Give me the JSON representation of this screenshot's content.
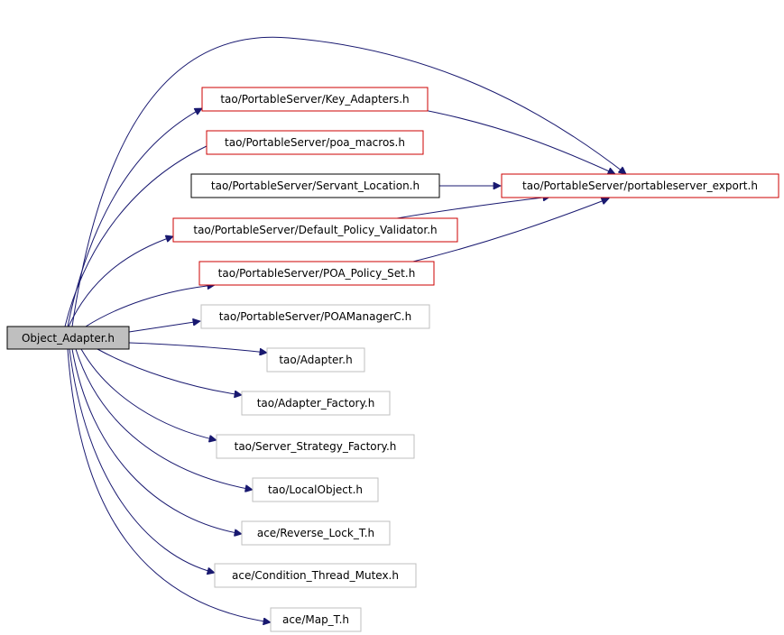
{
  "root": {
    "label": "Object_Adapter.h",
    "fill": "#bfbfbf",
    "border": "#000000"
  },
  "colors": {
    "edge": "#191970",
    "red_border": "#cc0000",
    "grey_border": "#bfbfbf",
    "black_border": "#000000"
  },
  "nodes": [
    {
      "key": "key_adapters",
      "label": "tao/PortableServer/Key_Adapters.h",
      "border": "red"
    },
    {
      "key": "poa_macros",
      "label": "tao/PortableServer/poa_macros.h",
      "border": "red"
    },
    {
      "key": "servant_location",
      "label": "tao/PortableServer/Servant_Location.h",
      "border": "black"
    },
    {
      "key": "default_policy_validator",
      "label": "tao/PortableServer/Default_Policy_Validator.h",
      "border": "red"
    },
    {
      "key": "poa_policy_set",
      "label": "tao/PortableServer/POA_Policy_Set.h",
      "border": "red"
    },
    {
      "key": "poamanagerc",
      "label": "tao/PortableServer/POAManagerC.h",
      "border": "grey"
    },
    {
      "key": "adapter",
      "label": "tao/Adapter.h",
      "border": "grey"
    },
    {
      "key": "adapter_factory",
      "label": "tao/Adapter_Factory.h",
      "border": "grey"
    },
    {
      "key": "server_strategy_factory",
      "label": "tao/Server_Strategy_Factory.h",
      "border": "grey"
    },
    {
      "key": "localobject",
      "label": "tao/LocalObject.h",
      "border": "grey"
    },
    {
      "key": "reverse_lock",
      "label": "ace/Reverse_Lock_T.h",
      "border": "grey"
    },
    {
      "key": "condition_thread_mutex",
      "label": "ace/Condition_Thread_Mutex.h",
      "border": "grey"
    },
    {
      "key": "map_t",
      "label": "ace/Map_T.h",
      "border": "grey"
    },
    {
      "key": "portableserver_export",
      "label": "tao/PortableServer/portableserver_export.h",
      "border": "red"
    }
  ]
}
